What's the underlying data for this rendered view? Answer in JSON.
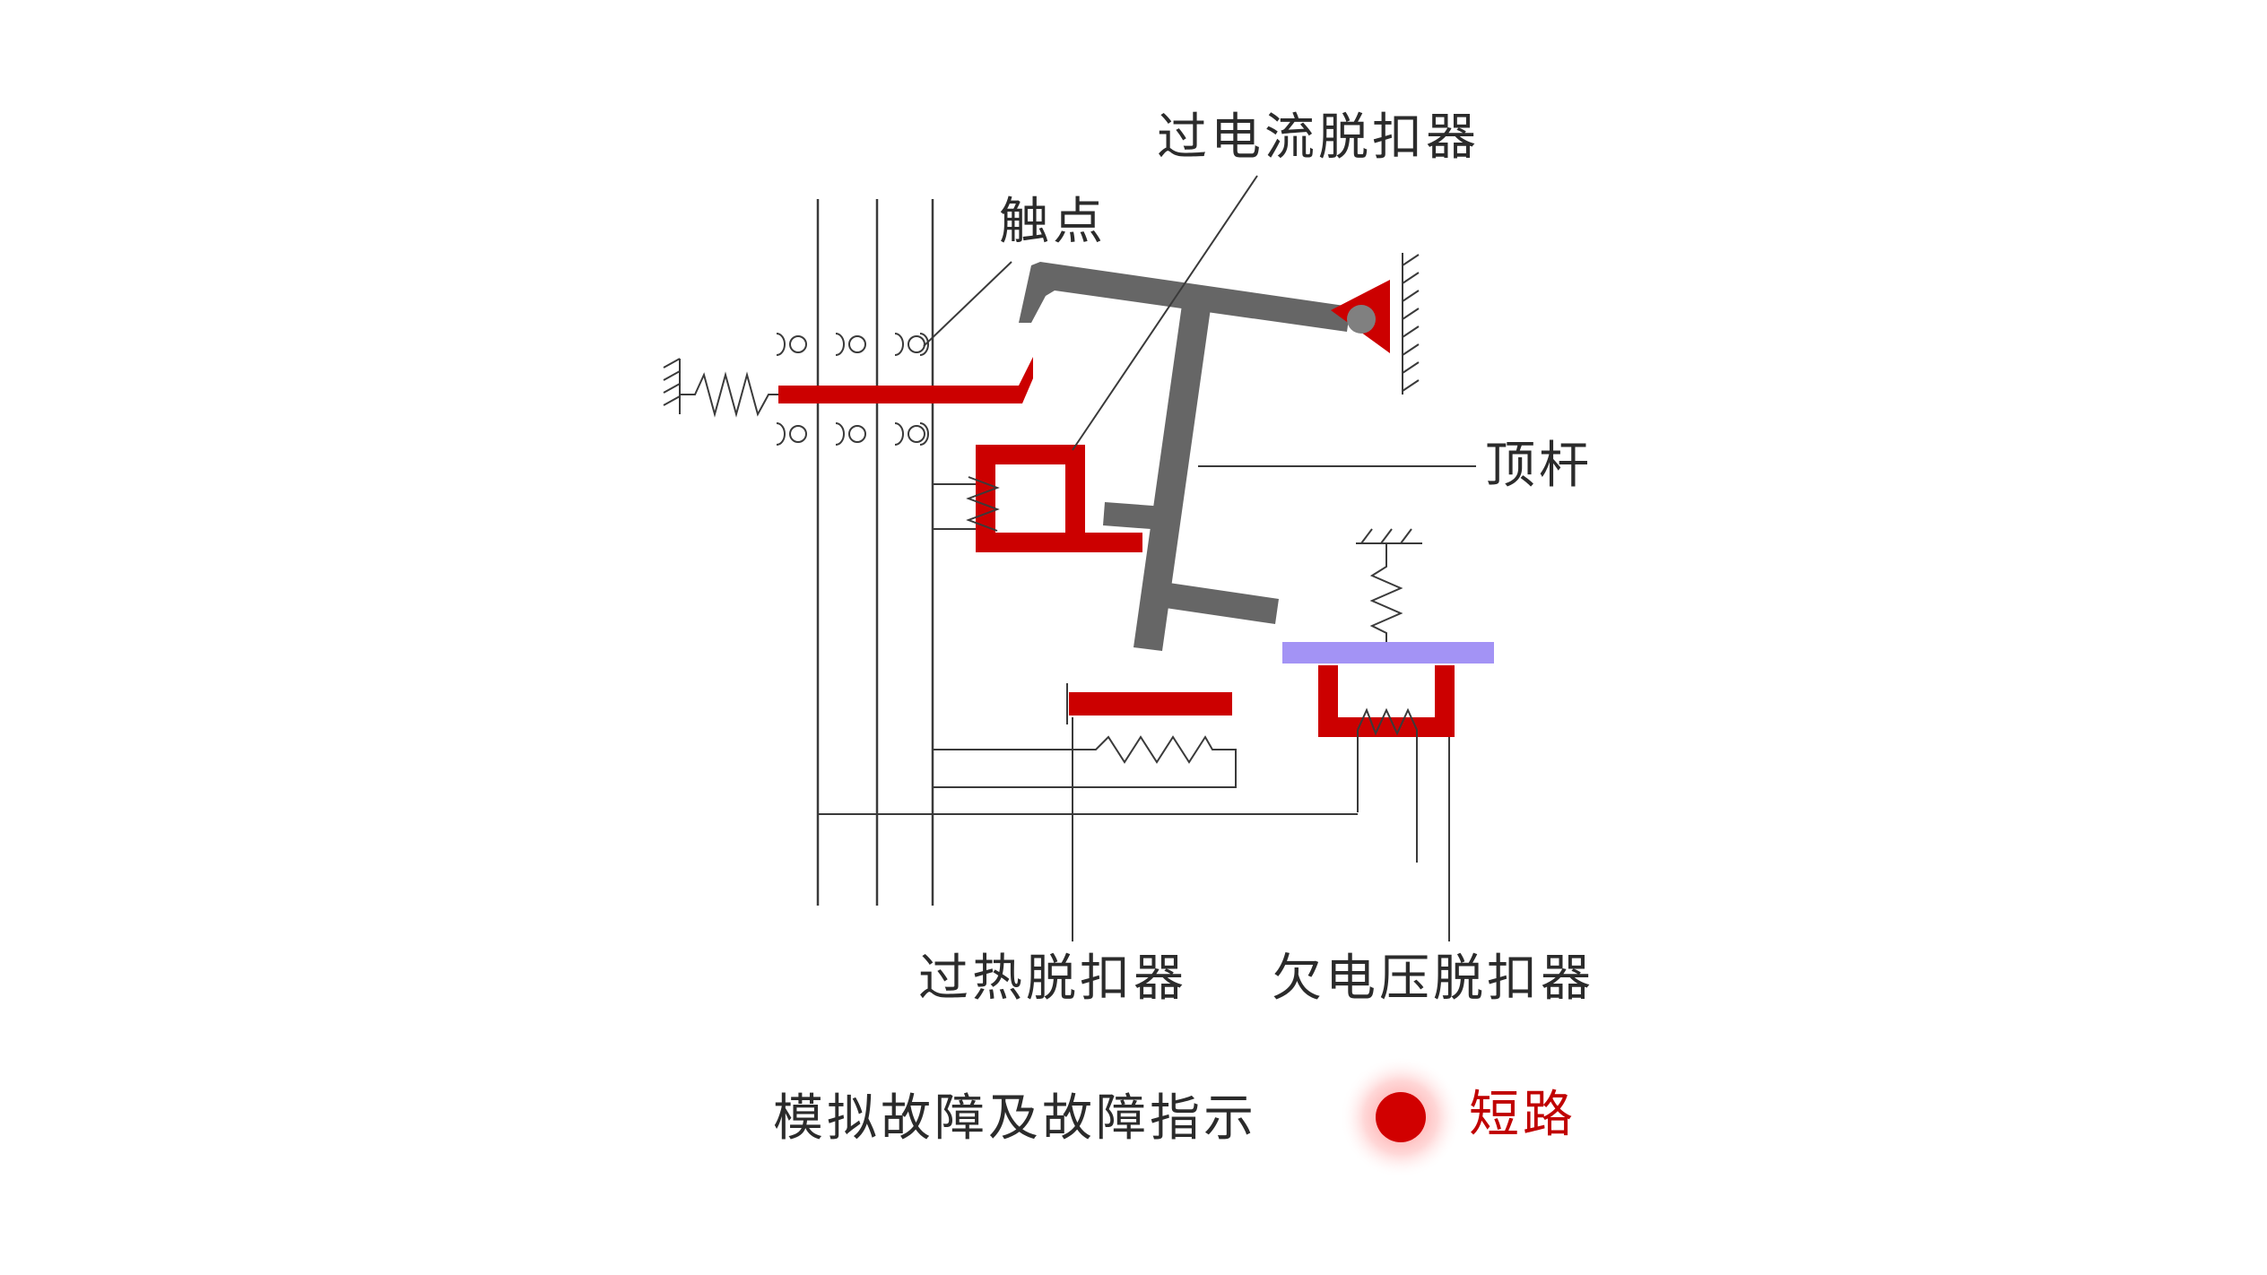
{
  "labels": {
    "overcurrent_release": "过电流脱扣器",
    "contacts": "触点",
    "push_rod": "顶杆",
    "thermal_release": "过热脱扣器",
    "undervoltage_release": "欠电压脱扣器",
    "fault_sim": "模拟故障及故障指示",
    "fault_status": "短路"
  },
  "colors": {
    "release_red": "#cc0000",
    "lever_gray": "#666666",
    "armature_purple": "#a393f5",
    "wire_dark": "#3a3a3a",
    "indicator_red": "#d10000"
  },
  "icons": {
    "indicator": "red-dot-icon"
  }
}
